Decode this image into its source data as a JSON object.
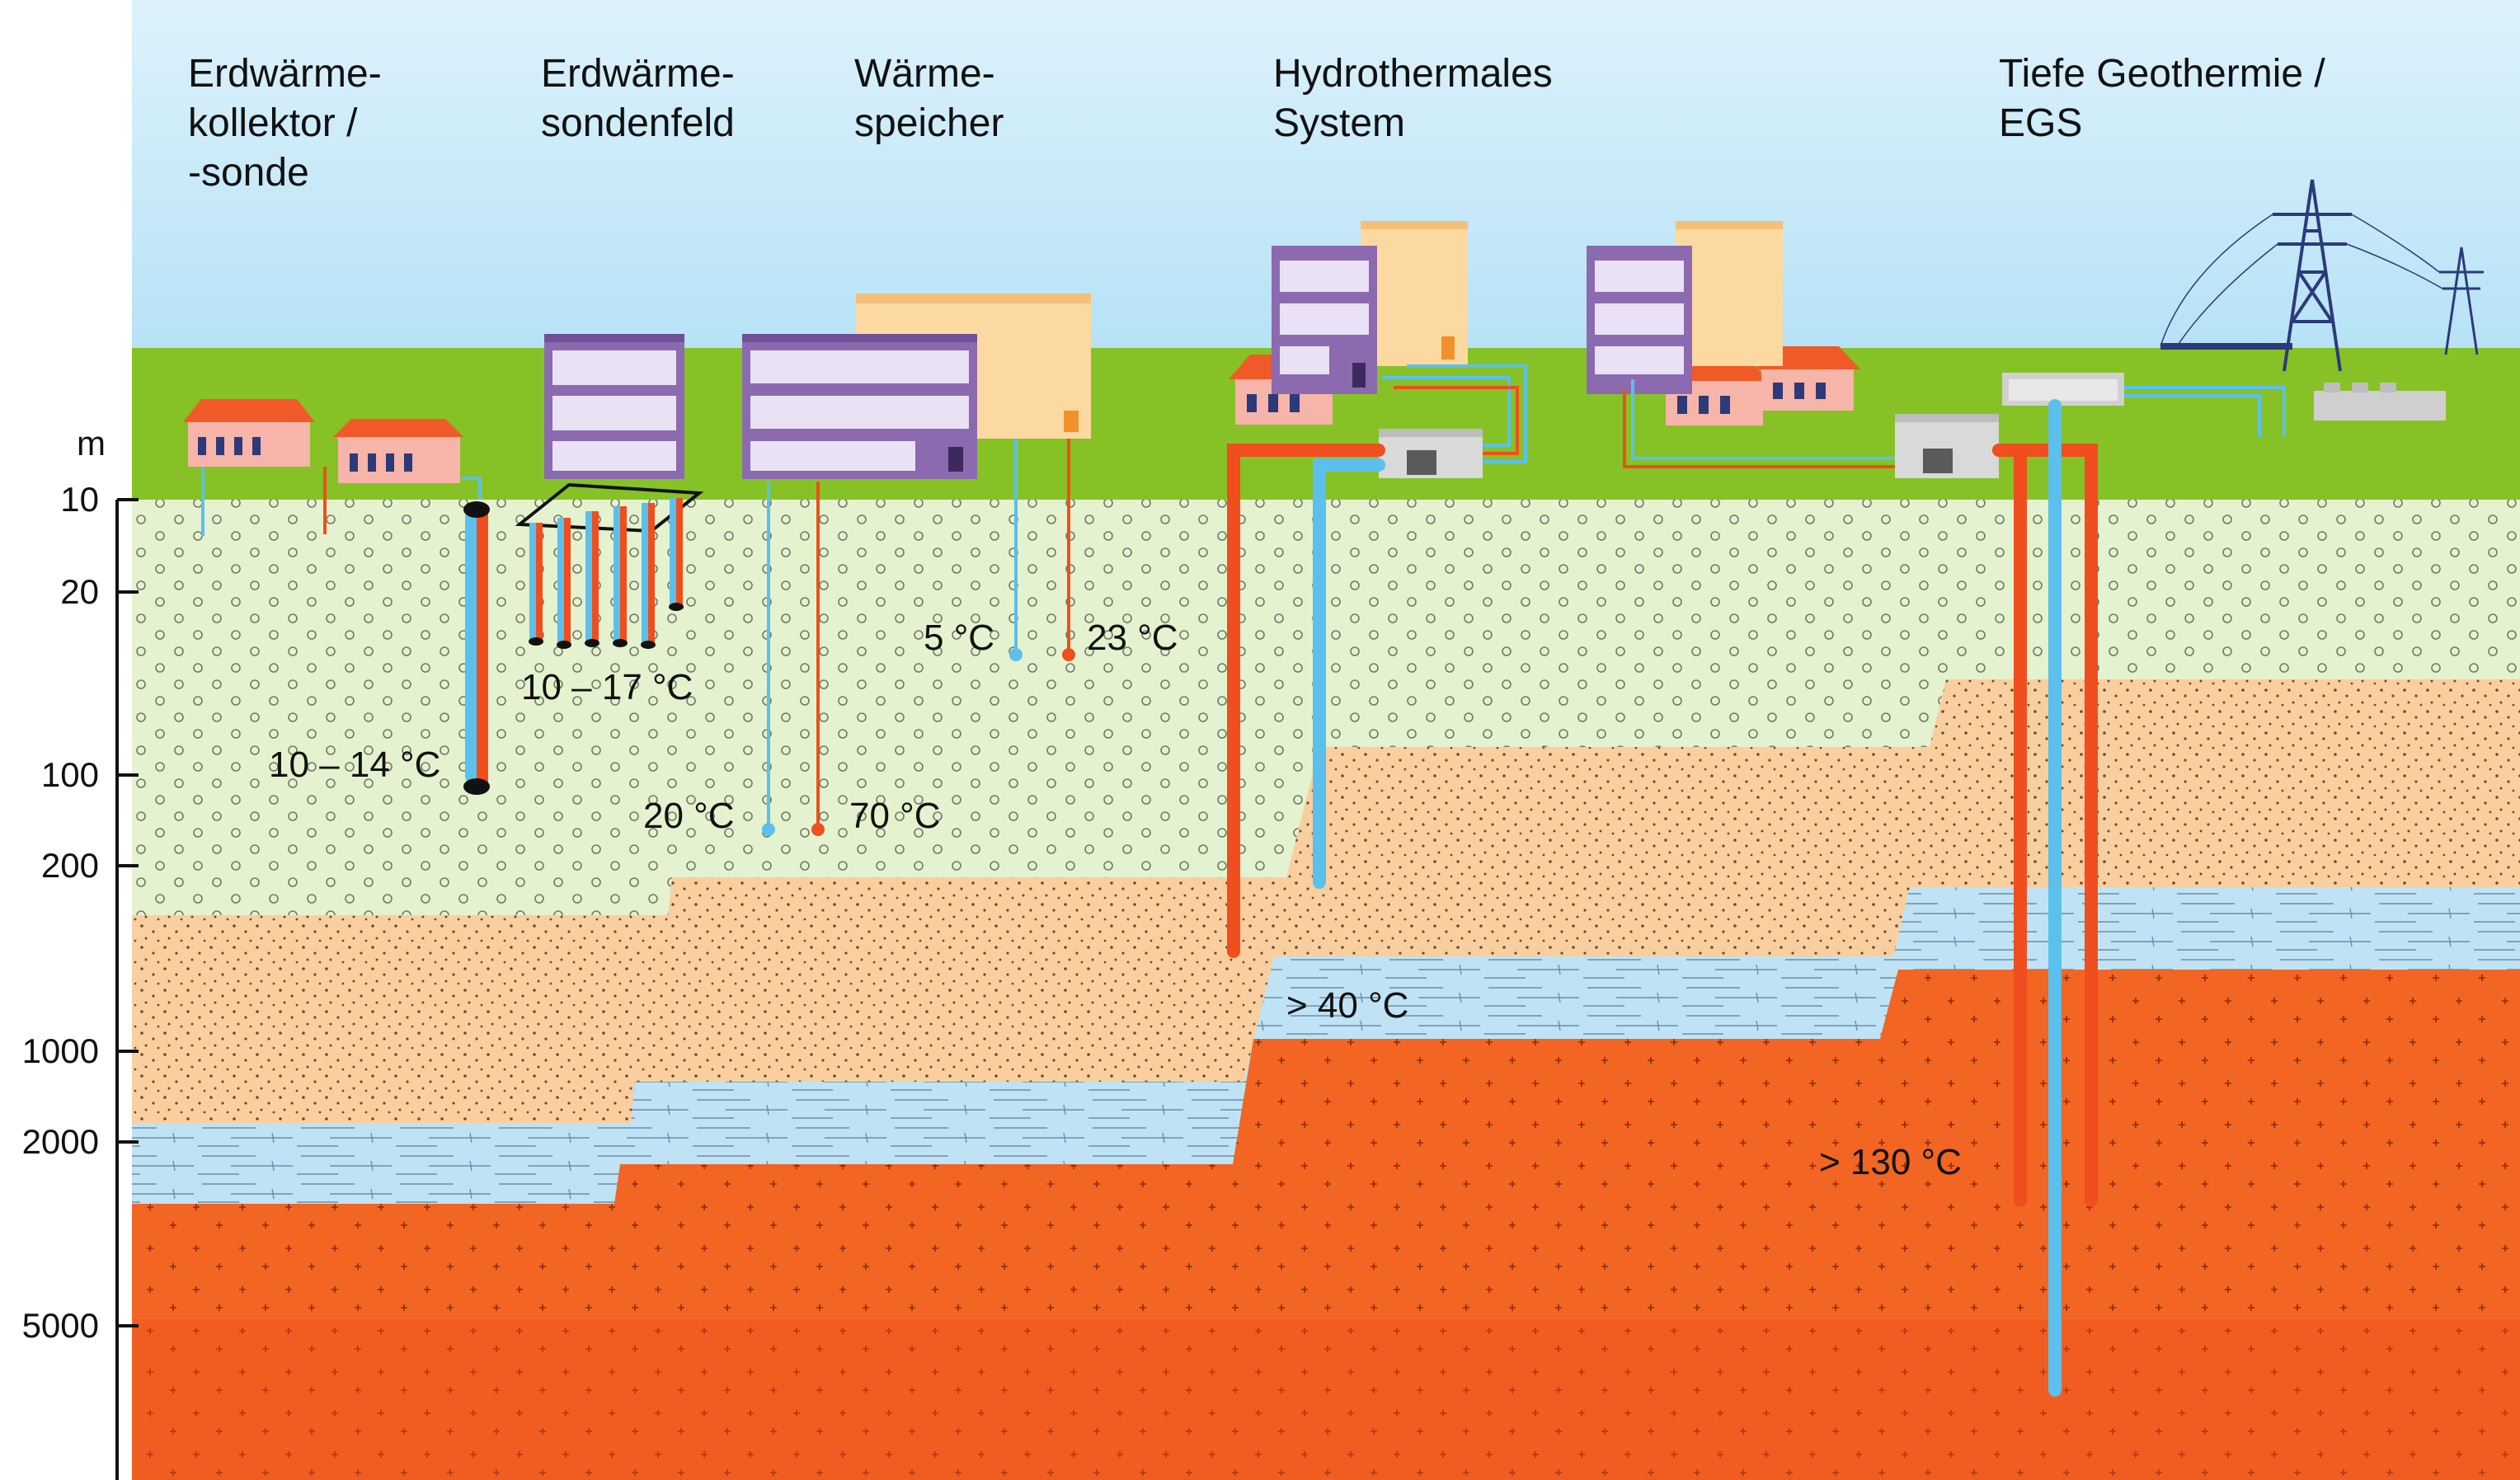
{
  "columns": [
    {
      "title": "Erdwärme-\nkollektor /\n-sonde"
    },
    {
      "title": "Erdwärme-\nsondenfeld"
    },
    {
      "title": "Wärme-\nspeicher"
    },
    {
      "title": "Hydrothermales\nSystem"
    },
    {
      "title": "Tiefe Geothermie /\nEGS"
    }
  ],
  "depth_axis": {
    "unit": "m",
    "ticks": [
      "10",
      "20",
      "100",
      "200",
      "1000",
      "2000",
      "5000"
    ]
  },
  "temperatures": {
    "collector": "10 – 14 °C",
    "probe_field": "10 – 17 °C",
    "storage_shallow_cold": "5 °C",
    "storage_shallow_warm": "23 °C",
    "storage_deep_cold": "20 °C",
    "storage_deep_warm": "70 °C",
    "hydrothermal": "> 40 °C",
    "egs": "> 130 °C"
  },
  "colors": {
    "sky_top": "#d9f1fb",
    "sky_bottom": "#b8e3f6",
    "grass": "#86c225",
    "soil_green": "#e4f2cf",
    "sand": "#f9cfa0",
    "aquifer": "#bfe3f4",
    "hot_rock": "#f26522",
    "pipe_hot": "#f04e1e",
    "pipe_cold": "#5bc0eb",
    "house_roof": "#f05a28",
    "house_wall": "#f7b4a8",
    "block_purple": "#8b6ab0",
    "block_peach": "#fcd9a0"
  }
}
